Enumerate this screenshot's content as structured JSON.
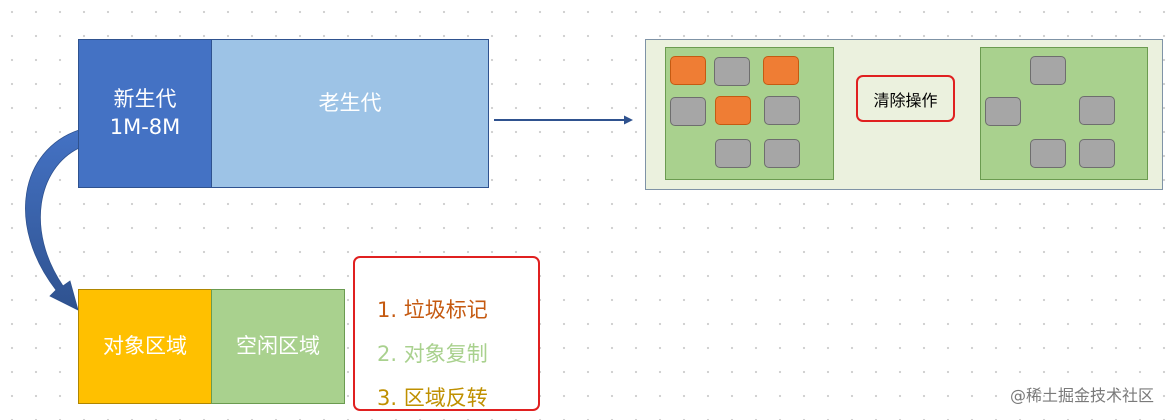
{
  "heap": {
    "young_gen_label": "新生代",
    "young_gen_size": "1M-8M",
    "old_gen_label": "老生代"
  },
  "semispace": {
    "object_area_label": "对象区域",
    "free_area_label": "空闲区域"
  },
  "steps": [
    {
      "text": "1.  垃圾标记",
      "color": "#c55a11"
    },
    {
      "text": "2.  对象复制",
      "color": "#a9d18e"
    },
    {
      "text": "3.  区域反转",
      "color": "#bf9000"
    }
  ],
  "cleanup": {
    "operation_label": "清除操作"
  },
  "watermark": "@稀土掘金技术社区",
  "colors": {
    "young": "#4472c4",
    "old": "#9dc3e6",
    "object_area": "#ffc000",
    "free_area": "#a9d18e",
    "live_object": "#ef7d34",
    "dead_object": "#a6a6a6",
    "highlight": "#e02020"
  }
}
